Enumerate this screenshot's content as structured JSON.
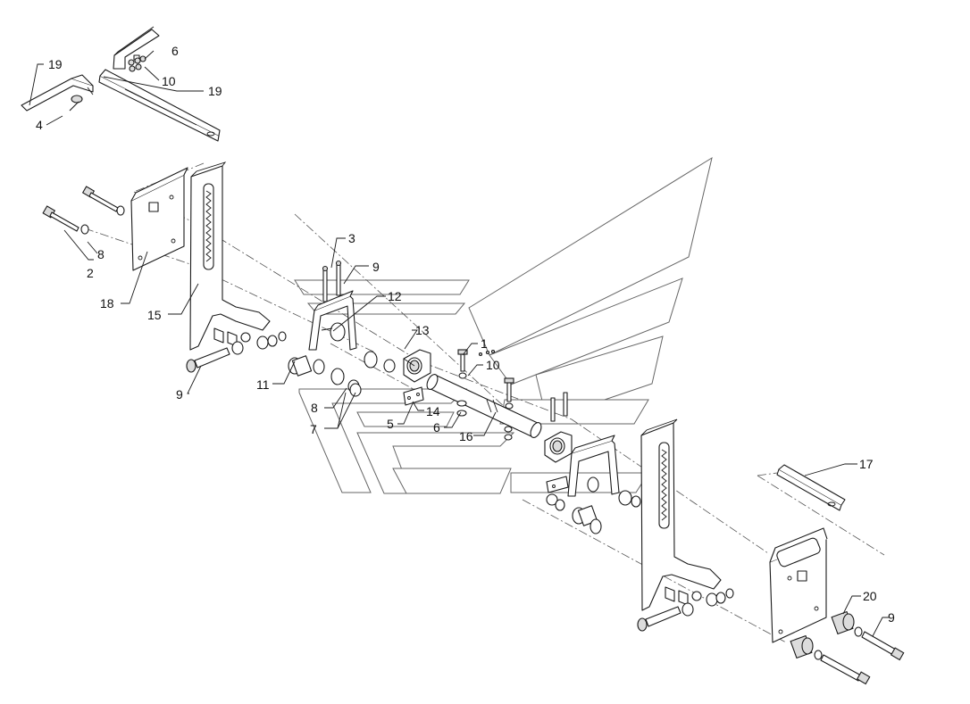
{
  "callouts": {
    "c1": "1",
    "c2": "2",
    "c3": "3",
    "c4": "4",
    "c5": "5",
    "c6_top": "6",
    "c6_mid": "6",
    "c7": "7",
    "c8_left": "8",
    "c8_mid": "8",
    "c9_top": "9",
    "c9_left": "9",
    "c9_right": "9",
    "c10_top": "10",
    "c10_mid": "10",
    "c11": "11",
    "c12": "12",
    "c13": "13",
    "c14": "14",
    "c15": "15",
    "c16": "16",
    "c17": "17",
    "c18": "18",
    "c19_left": "19",
    "c19_right": "19",
    "c20": "20"
  }
}
